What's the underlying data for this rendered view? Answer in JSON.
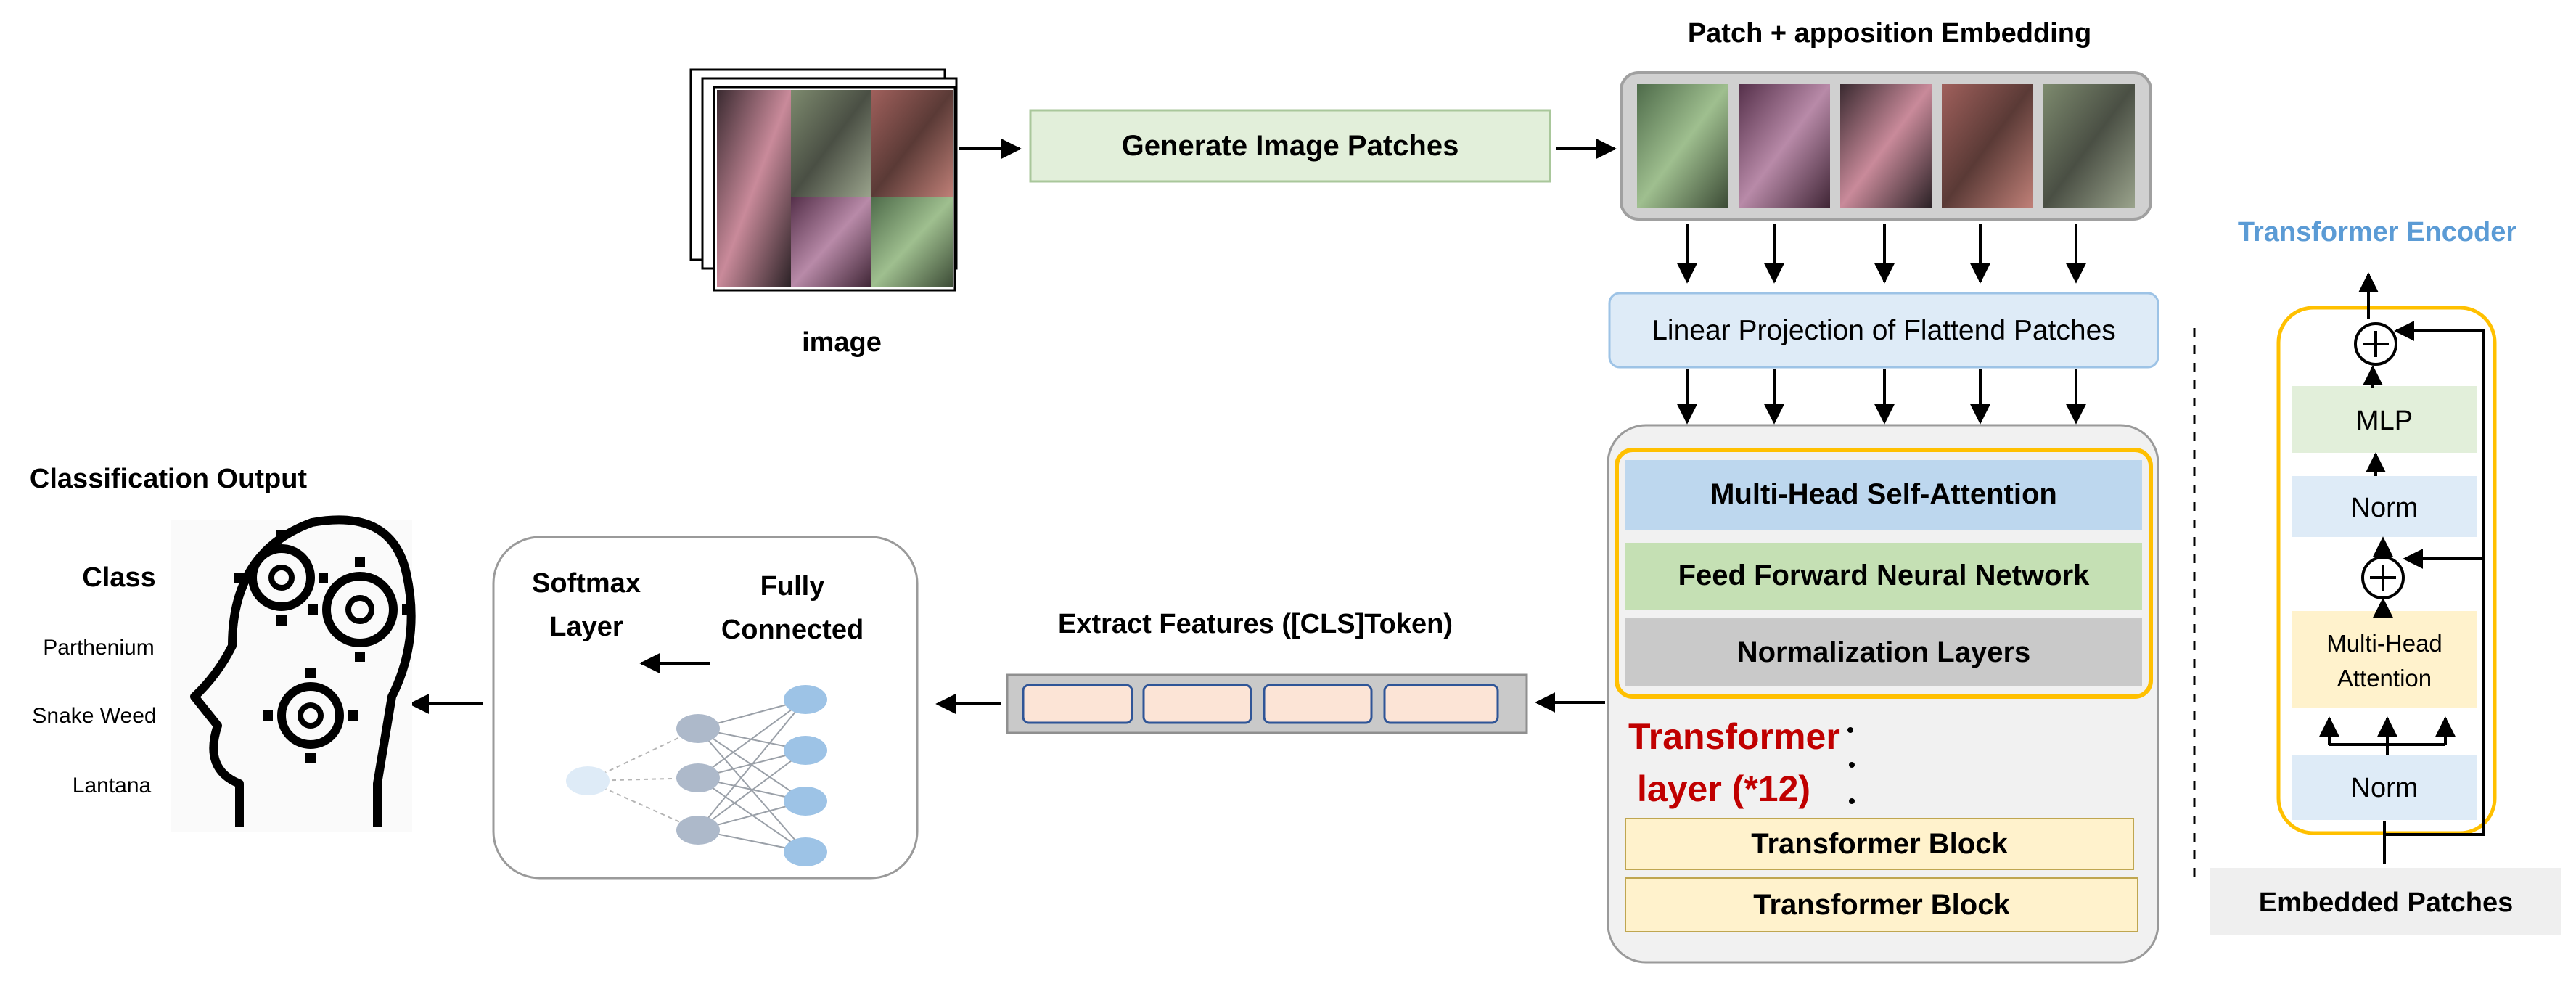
{
  "input": {
    "label": "image",
    "step_generate": "Generate Image Patches"
  },
  "embedding": {
    "title": "Patch + apposition  Embedding",
    "projection": "Linear Projection of Flattend Patches"
  },
  "transformer_stack": {
    "attention": "Multi-Head Self-Attention",
    "feed_forward": "Feed Forward Neural Network",
    "normalization": "Normalization Layers",
    "layer_label_line1": "Transformer",
    "layer_label_line2": "layer (*12)",
    "block_1": "Transformer Block",
    "block_2": "Transformer Block"
  },
  "encoder": {
    "title": "Transformer Encoder",
    "mlp": "MLP",
    "norm_top": "Norm",
    "attention_line1": "Multi-Head",
    "attention_line2": "Attention",
    "norm_bottom": "Norm",
    "input_label": "Embedded Patches"
  },
  "features": {
    "label": "Extract Features ([CLS]Token)"
  },
  "classifier": {
    "softmax_line1": "Softmax",
    "softmax_line2": "Layer",
    "fc_line1": "Fully",
    "fc_line2": "Connected"
  },
  "output": {
    "title": "Classification Output",
    "class_heading": "Class",
    "classes": [
      "Parthenium",
      "Snake Weed",
      "Lantana"
    ]
  },
  "colors": {
    "green_fill": "#e2efda",
    "blue_fill": "#bdd7ee",
    "gray_fill": "#c9c9c9",
    "yellow_fill": "#fff2cc",
    "light_blue_fill": "#deebf7",
    "peach_fill": "#fce4d6",
    "red_text": "#c00000",
    "encoder_title": "#5b9bd5",
    "orange_border": "#ffc000"
  }
}
